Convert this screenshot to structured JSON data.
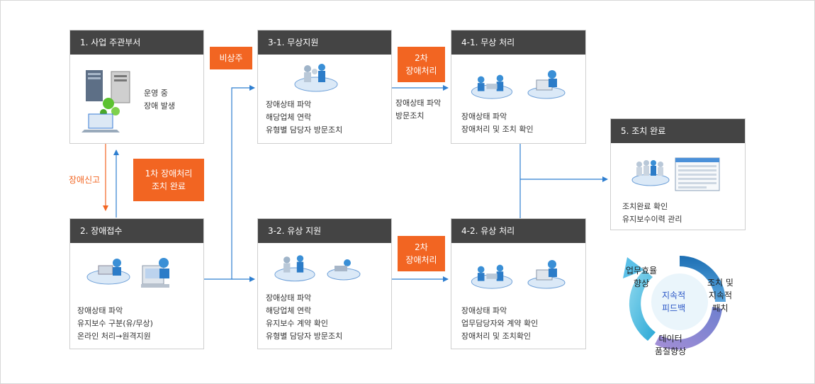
{
  "boxes": {
    "b1": {
      "title": "1. 사업 주관부서",
      "lines": [
        "운영 중",
        "장애 발생"
      ]
    },
    "b2": {
      "title": "2. 장애접수",
      "lines": [
        "장애상태 파악",
        "유지보수 구분(유/무상)",
        "온라인 처리→원격지원"
      ]
    },
    "b31": {
      "title": "3-1. 무상지원",
      "lines": [
        "장애상태 파악",
        "해당업체 연락",
        "유형별 담당자 방문조치"
      ]
    },
    "b32": {
      "title": "3-2. 유상 지원",
      "lines": [
        "장애상태 파악",
        "해당업체 연락",
        "유지보수 계약 확인",
        "유형별 담당자 방문조치"
      ]
    },
    "b41": {
      "title": "4-1. 무상 처리",
      "lines": [
        "장애상태 파악",
        "장애처리 및 조치 확인"
      ]
    },
    "b42": {
      "title": "4-2. 유상 처리",
      "lines": [
        "장애상태 파악",
        "업무담당자와 계약 확인",
        "장애처리 및 조치확인"
      ]
    },
    "b5": {
      "title": "5. 조치 완료",
      "lines": [
        "조치완료 확인",
        "유지보수이력 관리"
      ]
    }
  },
  "tags": {
    "emergency": "비상주",
    "first_fix": [
      "1차 장애처리",
      "조치 완료"
    ],
    "second_fix_top": [
      "2차",
      "장애처리"
    ],
    "second_fix_bottom": [
      "2차",
      "장애처리"
    ]
  },
  "labels": {
    "report": "장애신고",
    "visit": [
      "장애상태 파악",
      "방문조치"
    ]
  },
  "cycle": {
    "center": [
      "지속적",
      "피드백"
    ],
    "top_left": [
      "업무효율",
      "향상"
    ],
    "right": [
      "조치 및",
      "지속적",
      "패치"
    ],
    "bottom": [
      "데이터",
      "품질향상"
    ]
  },
  "colors": {
    "header": "#444444",
    "accent": "#f26522",
    "arrow": "#2f7fd0",
    "report_arrow": "#f26522",
    "center_text": "#2a56c6"
  },
  "icons": {
    "b1": "server-computer-gears-icon",
    "b2": [
      "helpdesk-support-icon",
      "operator-computer-icon"
    ],
    "b31": "team-meeting-icon",
    "b32": [
      "team-meeting-icon",
      "remote-support-icon"
    ],
    "b41": [
      "team-meeting-icon",
      "operator-computer-icon"
    ],
    "b42": [
      "team-meeting-icon",
      "operator-computer-icon"
    ],
    "b5": [
      "team-group-icon",
      "report-document-icon"
    ]
  }
}
